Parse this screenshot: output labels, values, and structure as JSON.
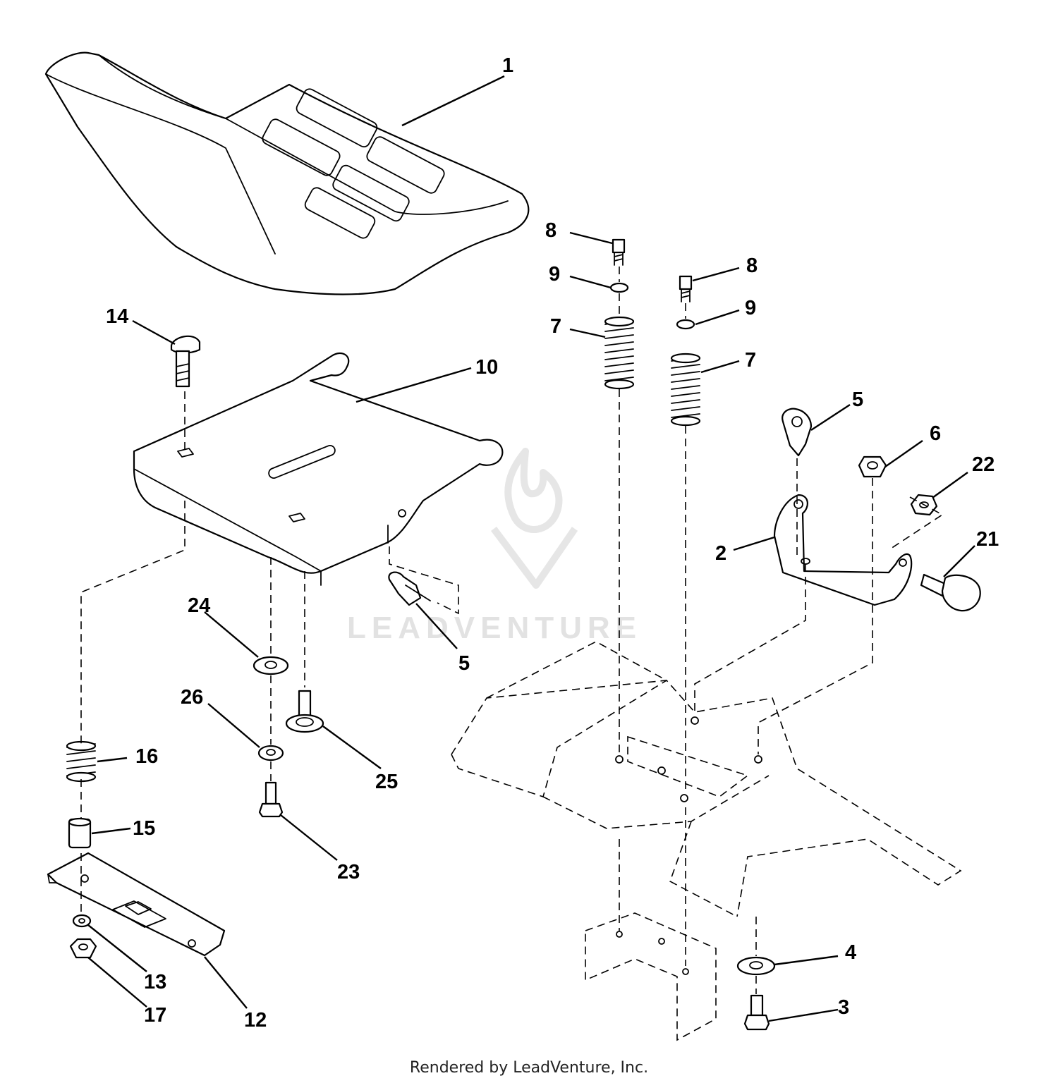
{
  "callouts": [
    "1",
    "14",
    "10",
    "8",
    "9",
    "7",
    "8",
    "9",
    "7",
    "5",
    "6",
    "22",
    "2",
    "21",
    "24",
    "5",
    "26",
    "25",
    "16",
    "15",
    "23",
    "13",
    "17",
    "12",
    "4",
    "3"
  ],
  "watermark": "LEADVENTURE",
  "footer": "Rendered by LeadVenture, Inc."
}
